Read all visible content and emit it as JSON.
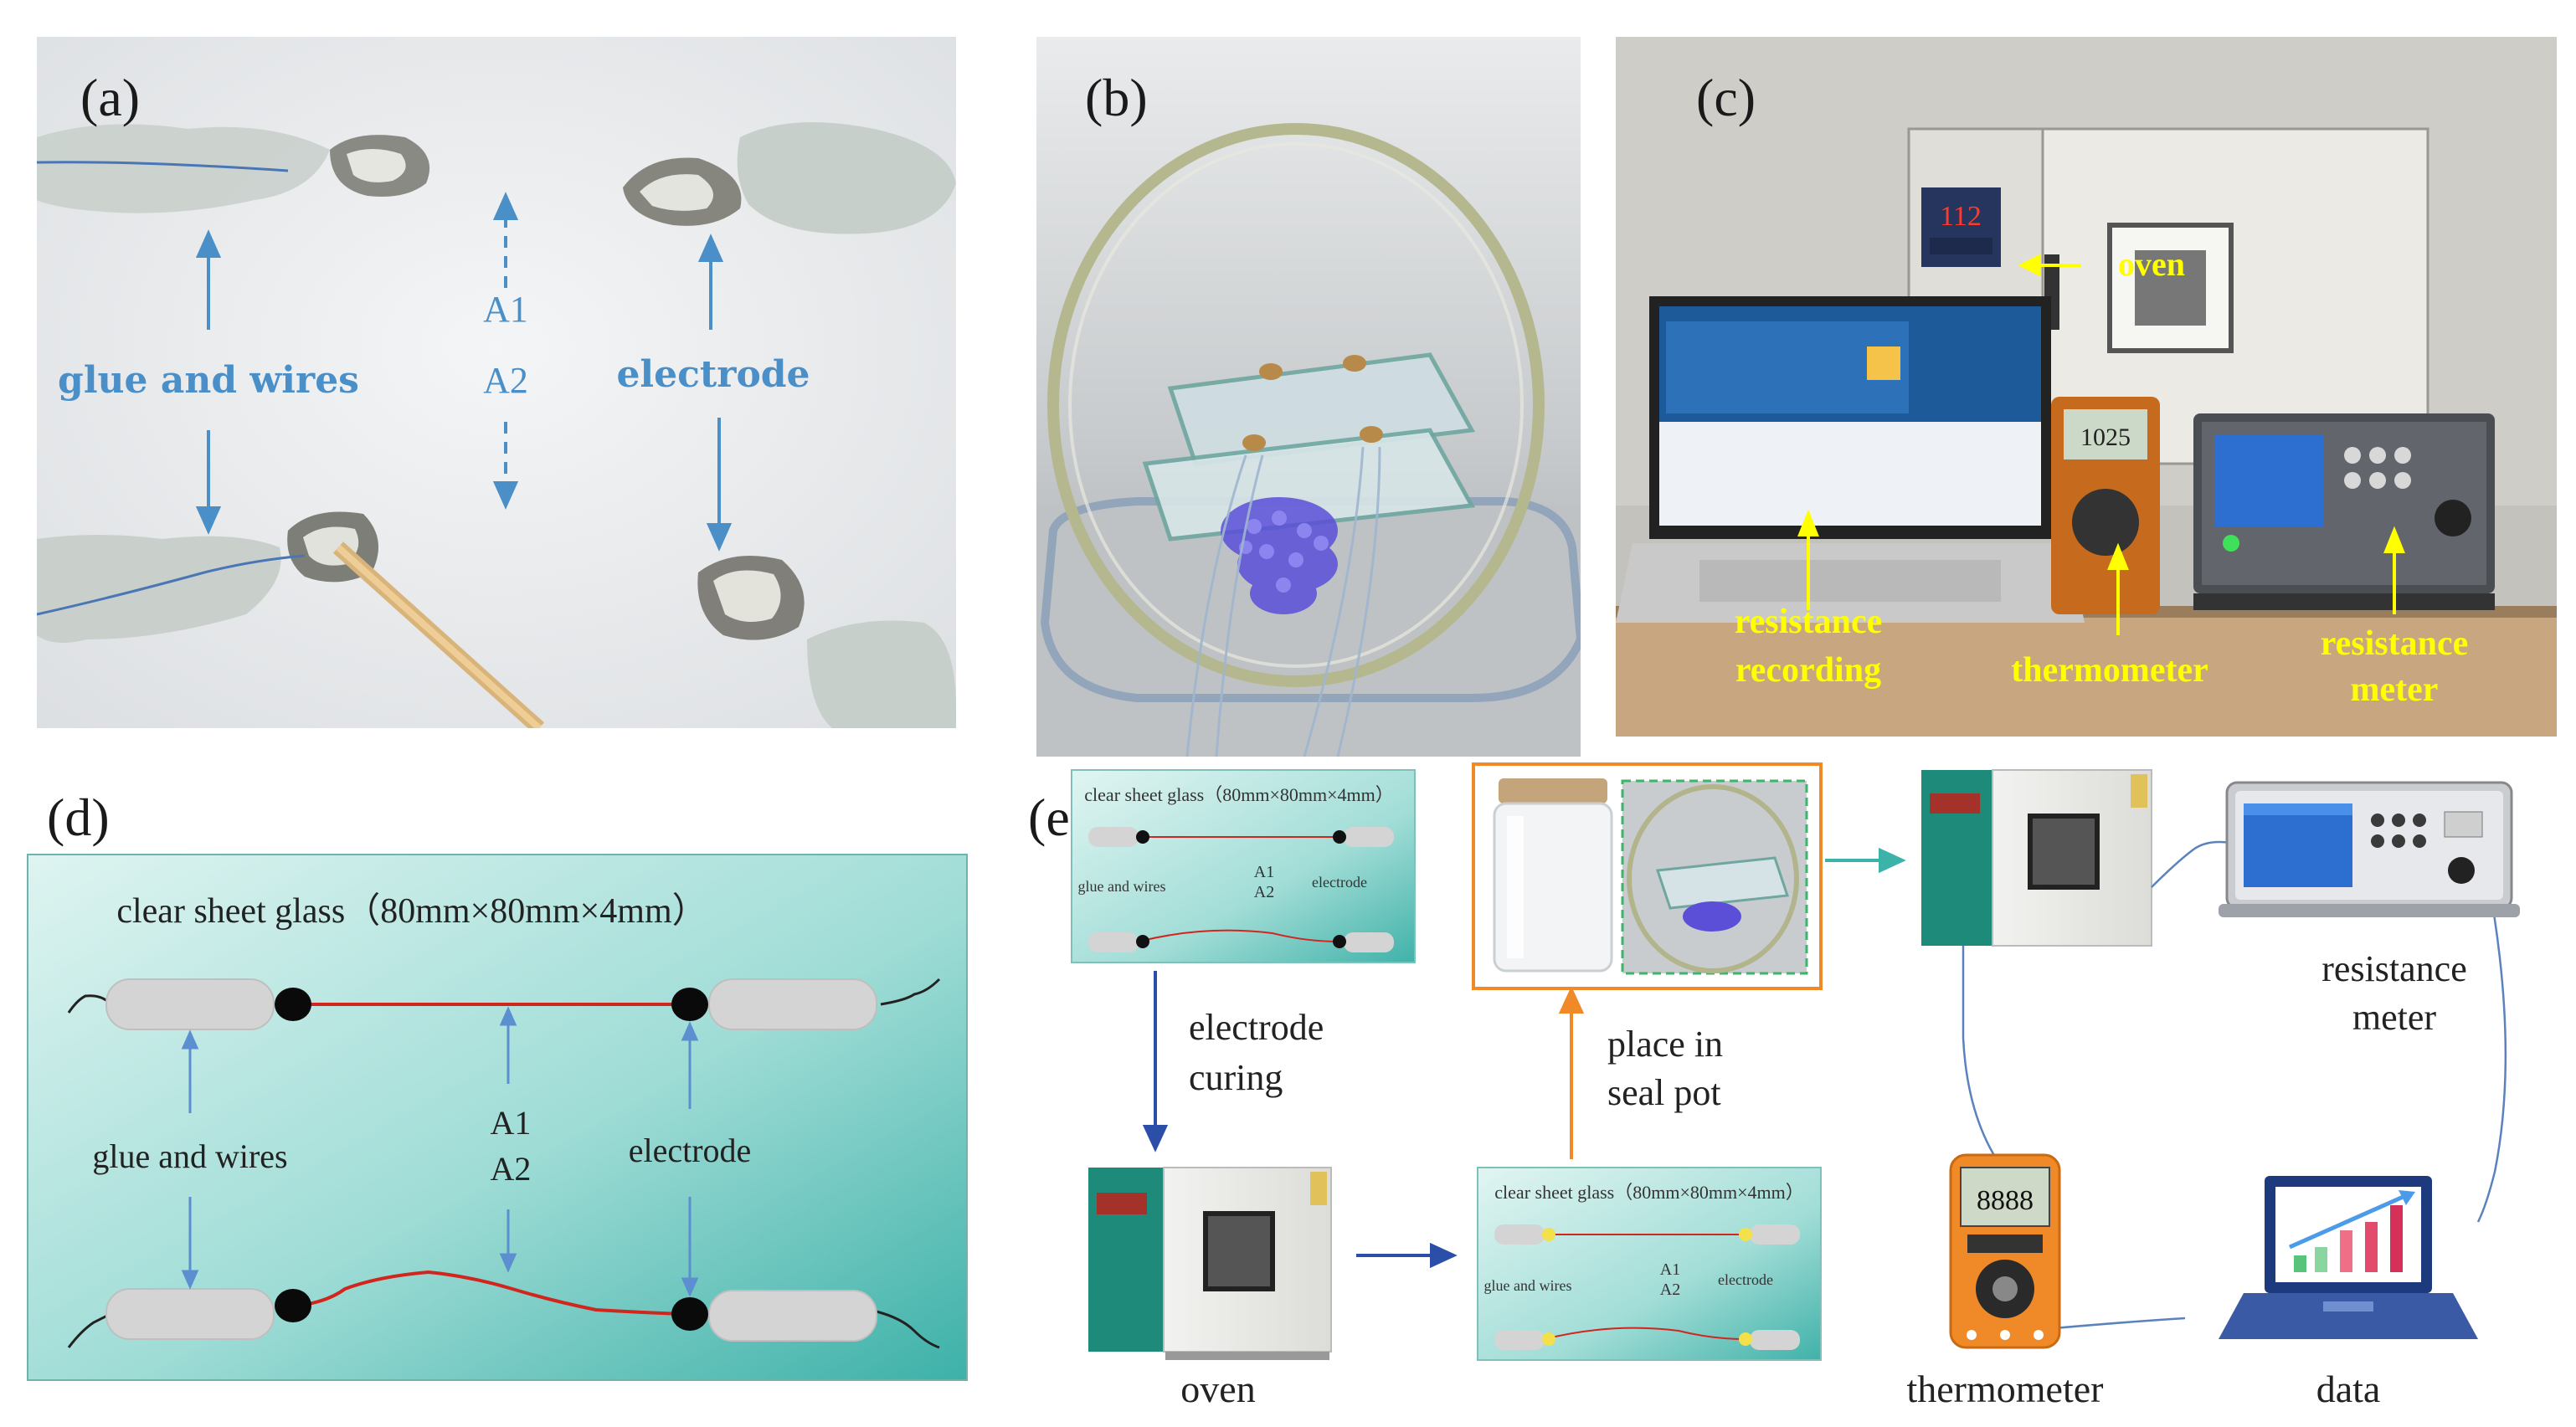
{
  "panel_labels": {
    "a": "(a)",
    "b": "(b)",
    "c": "(c)",
    "d": "(d)",
    "e": "(e)"
  },
  "panel_a": {
    "glue": "glue and wires",
    "electrode": "electrode",
    "a1": "A1",
    "a2": "A2"
  },
  "panel_c": {
    "oven": "oven",
    "resistance_recording_1": "resistance",
    "resistance_recording_2": "recording",
    "thermometer": "thermometer",
    "resistance_meter_1": "resistance",
    "resistance_meter_2": "meter",
    "display_temp": "112",
    "meter_reading": "1025"
  },
  "panel_d": {
    "title": "clear sheet glass（80mm×80mm×4mm）",
    "glue": "glue and wires",
    "a1": "A1",
    "a2": "A2",
    "electrode": "electrode"
  },
  "panel_e": {
    "small_title": "clear sheet glass（80mm×80mm×4mm）",
    "small_glue": "glue and wires",
    "small_a1": "A1",
    "small_a2": "A2",
    "small_electrode": "electrode",
    "electrode_curing_1": "electrode",
    "electrode_curing_2": "curing",
    "place_1": "place in",
    "place_2": "seal pot",
    "oven": "oven",
    "resistance_meter_1": "resistance",
    "resistance_meter_2": "meter",
    "thermometer": "thermometer",
    "data": "data",
    "thermo_display": "8888"
  },
  "colors": {
    "teal_top": "#d8f2ef",
    "teal_bottom": "#3eb8b0",
    "wire_red": "#d0261e",
    "arrow_blue": "#5b8fd0",
    "orange": "#f08a28",
    "dark_blue": "#2b4fa8",
    "yellow_label": "#ffff00",
    "blue_label": "#4a8fc8"
  }
}
